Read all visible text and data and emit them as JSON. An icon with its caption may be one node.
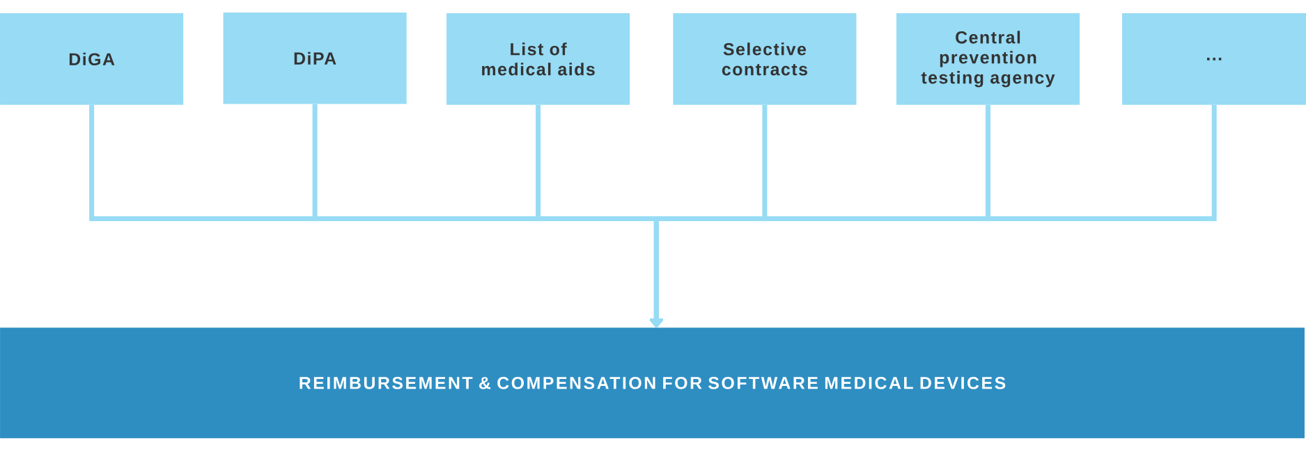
{
  "diagram": {
    "nodes": [
      {
        "text": [
          "DiGA"
        ]
      },
      {
        "text": [
          "DiPA"
        ]
      },
      {
        "text": [
          "List of medical aids"
        ]
      },
      {
        "text": [
          "Selective contracts"
        ]
      },
      {
        "text": [
          "Central prevention testing agency"
        ]
      },
      {
        "text": [
          "..."
        ]
      },
      {
        "text": [
          "REIMBURSEMENT & COMPENSATION FOR SOFTWARE MEDICAL DEVICES"
        ]
      }
    ],
    "edges": [
      {
        "from": 0,
        "to": 6,
        "arrow": "to"
      },
      {
        "from": 1,
        "to": 6,
        "arrow": "to"
      },
      {
        "from": 2,
        "to": 6,
        "arrow": "to"
      },
      {
        "from": 3,
        "to": 6,
        "arrow": "to"
      },
      {
        "from": 4,
        "to": 6,
        "arrow": "to"
      },
      {
        "from": 5,
        "to": 6,
        "arrow": "to"
      }
    ]
  }
}
